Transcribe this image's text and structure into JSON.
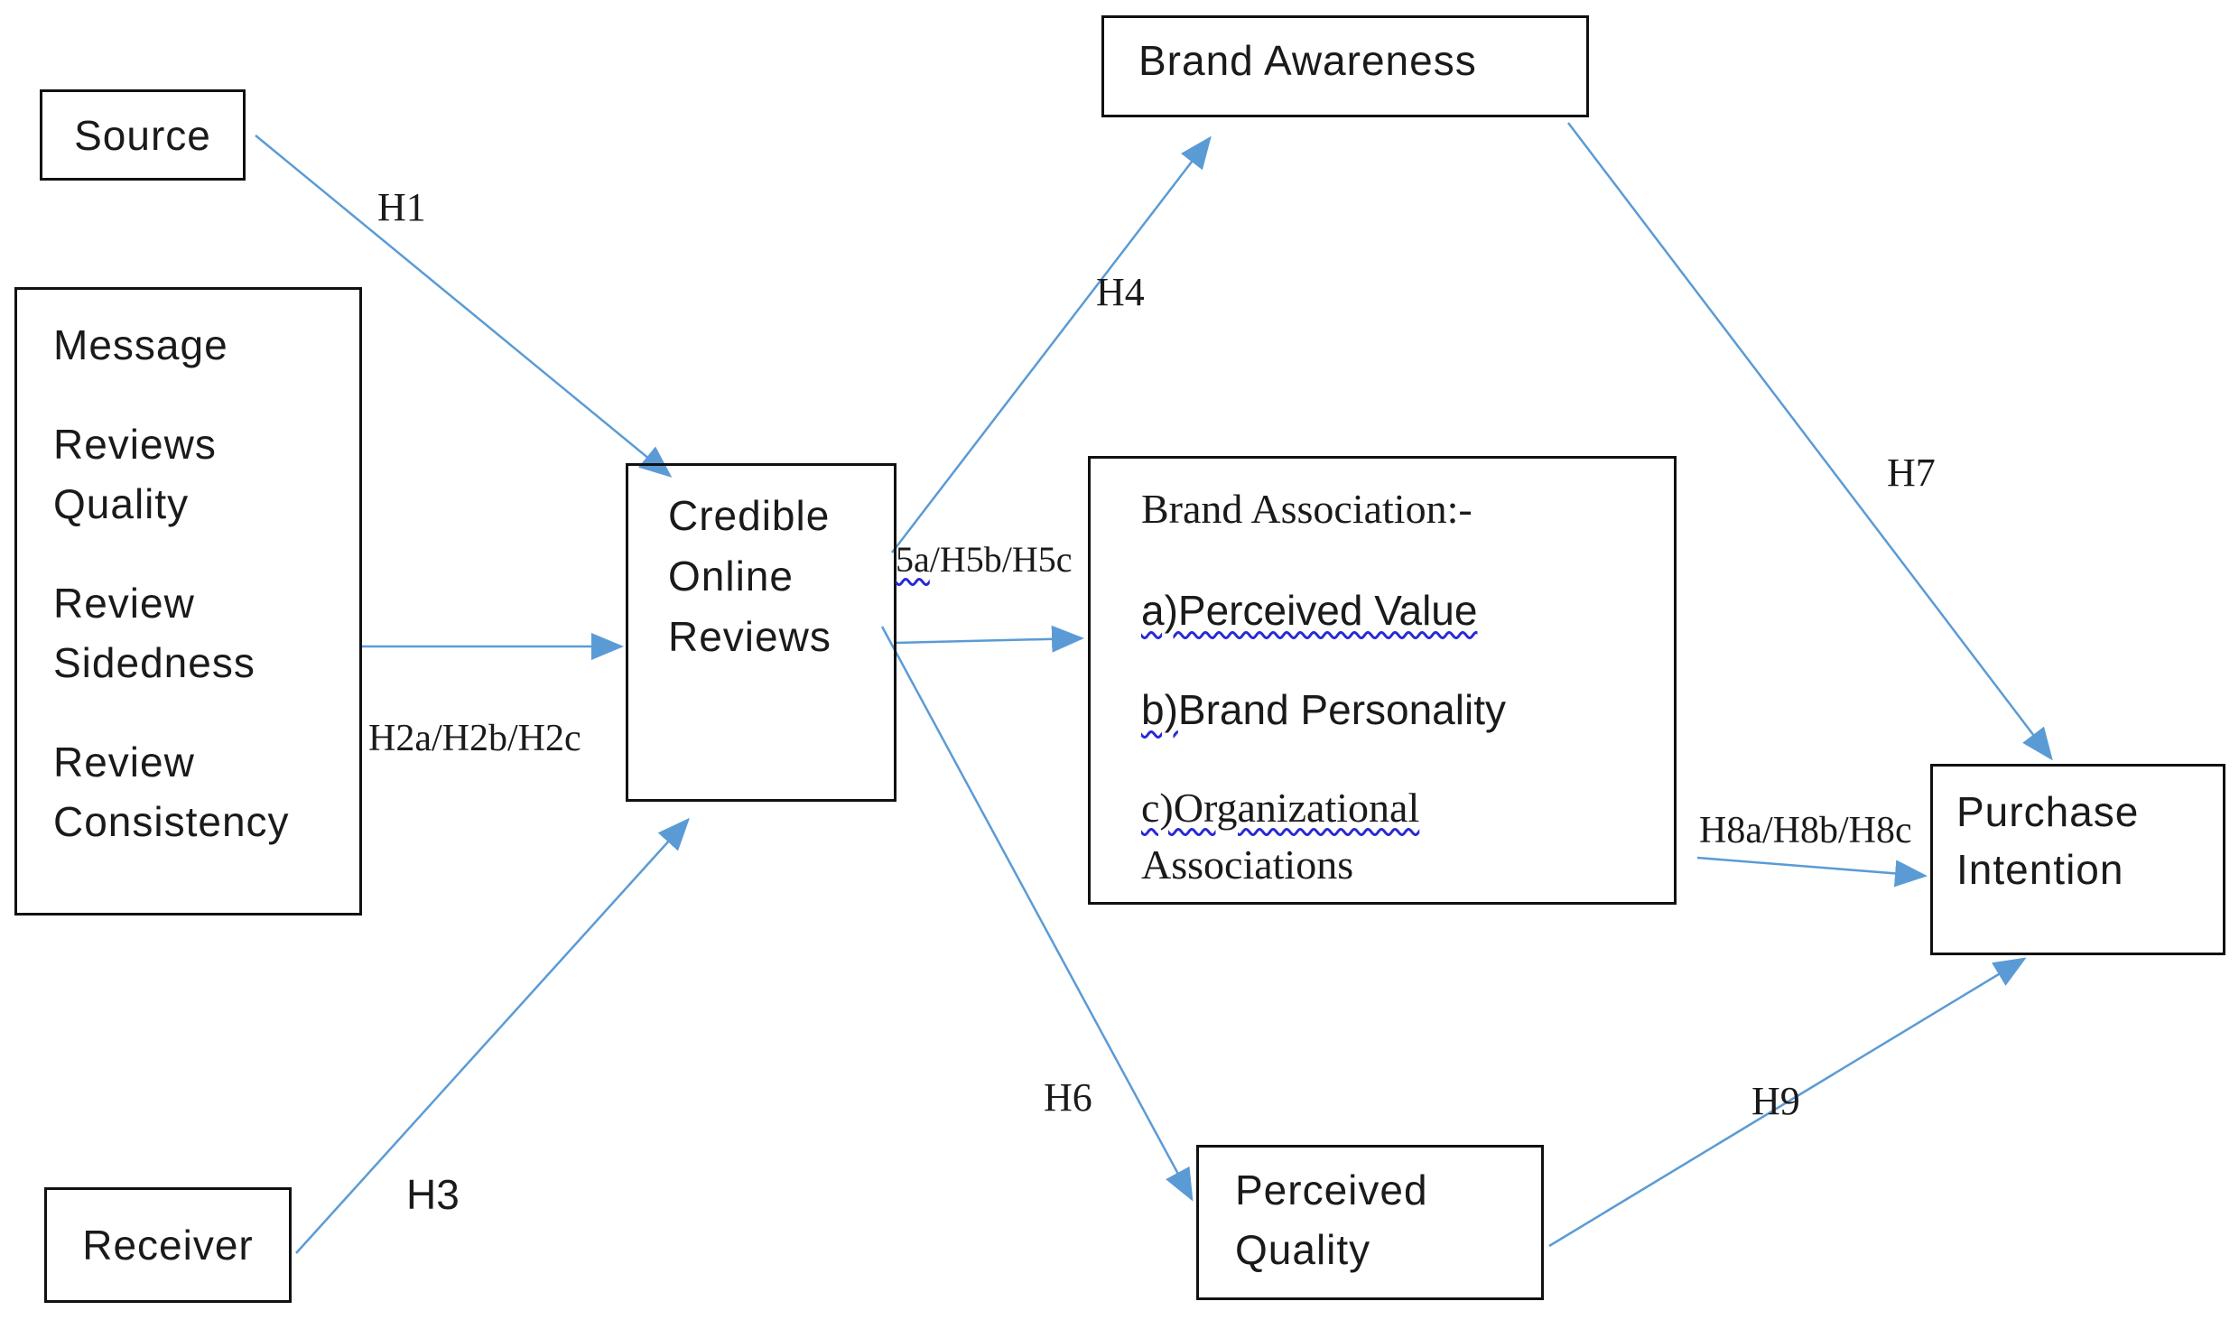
{
  "colors": {
    "arrow": "#5b9bd5",
    "squiggle": "#2929d6",
    "border": "#111111",
    "page": "#ffffff",
    "ink": "#1a1a1a"
  },
  "boxes": {
    "source": {
      "label": "Source"
    },
    "message": {
      "lines": [
        "Message",
        "Reviews",
        "Quality",
        "Review",
        "Sidedness",
        "Review",
        "Consistency"
      ]
    },
    "receiver": {
      "label": "Receiver"
    },
    "credible": {
      "lines": [
        "Credible",
        "Online",
        "Reviews"
      ]
    },
    "brand_awareness": {
      "label": "Brand Awareness"
    },
    "brand_association": {
      "title": "Brand Association:-",
      "item_a": "a)Perceived Value",
      "item_b_wavy": "b)",
      "item_b_rest": "Brand Personality",
      "item_c_wavy": "c)Organizational",
      "item_c_line2": "Associations"
    },
    "purchase": {
      "lines": [
        "Purchase",
        "Intention"
      ]
    },
    "perceived_quality": {
      "lines": [
        "Perceived",
        "Quality"
      ]
    }
  },
  "hypothesis_labels": {
    "h1": "H1",
    "h2": "H2a/H2b/H2c",
    "h3": "H3",
    "h4": "H4",
    "h5_wavy": "5a",
    "h5_rest": "/H5b/H5c",
    "h6": "H6",
    "h7": "H7",
    "h8": "H8a/H8b/H8c",
    "h9": "H9"
  }
}
